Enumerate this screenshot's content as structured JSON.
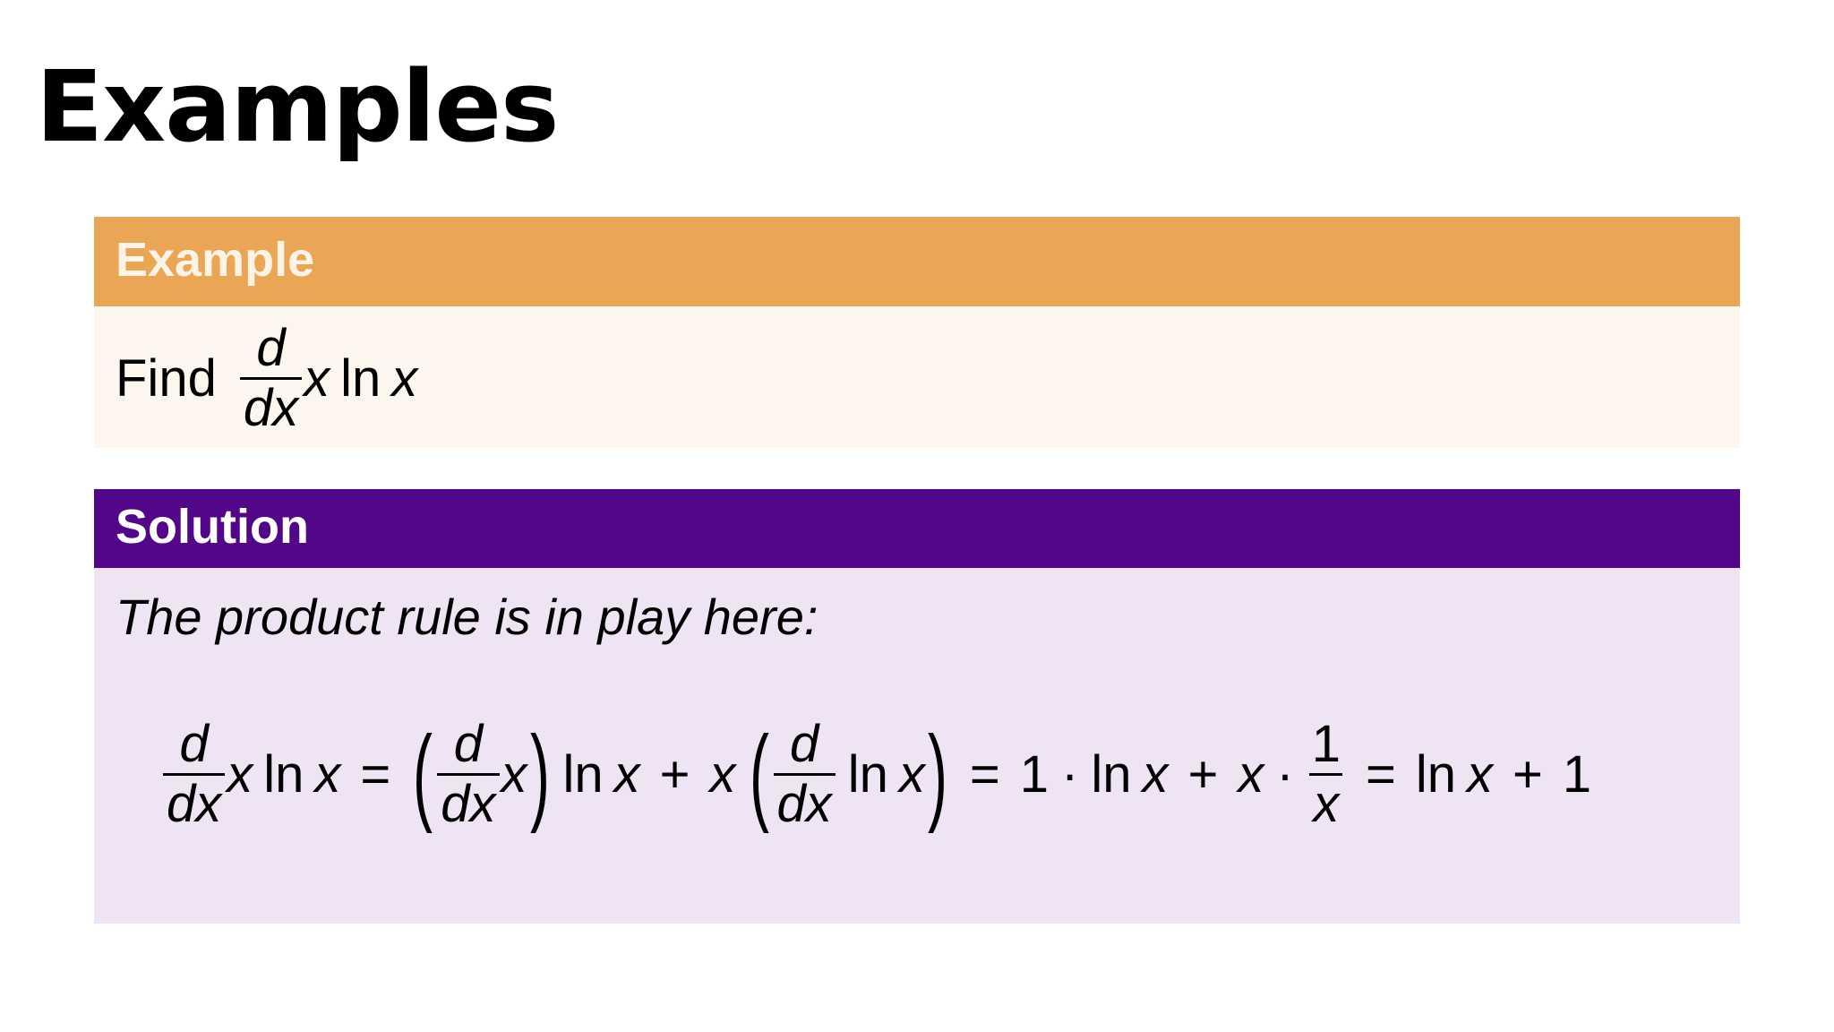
{
  "page_title": "Examples",
  "example": {
    "header": "Example",
    "find_label": "Find",
    "d": "d",
    "dx": "dx",
    "x": "x",
    "ln": "ln"
  },
  "solution": {
    "header": "Solution",
    "intro": "The product rule is in play here:",
    "eq": {
      "d": "d",
      "dx": "dx",
      "x": "x",
      "ln": "ln",
      "eq": "=",
      "plus": "+",
      "dot": "·",
      "one": "1",
      "lparen": "(",
      "rparen": ")"
    }
  },
  "colors": {
    "example_header": "#EBA655",
    "example_body": "#fcf6ee",
    "solution_header": "#52068A",
    "solution_body": "#efe4f3"
  }
}
